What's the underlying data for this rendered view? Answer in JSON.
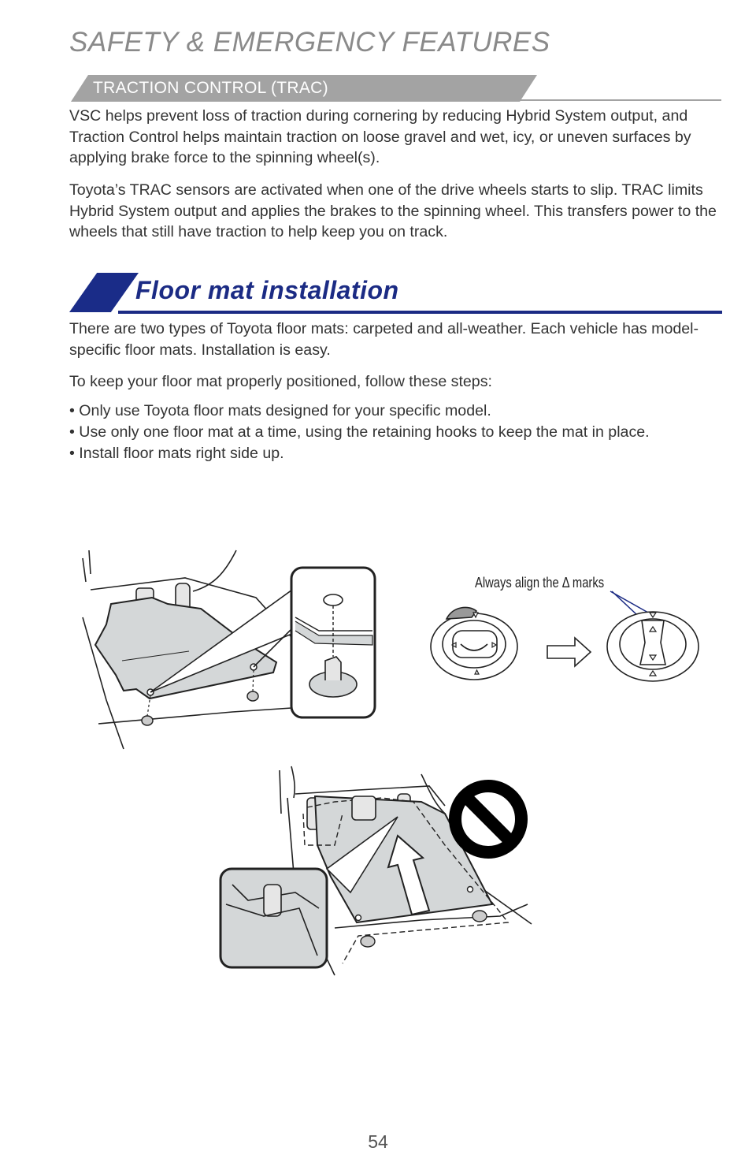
{
  "header": {
    "section_title": "SAFETY & EMERGENCY FEATURES",
    "subsection_label": "TRACTION CONTROL (TRAC)"
  },
  "trac": {
    "paragraph1": "VSC helps prevent loss of traction during cornering by reducing Hybrid System output, and Traction Control helps maintain traction on loose gravel and wet, icy, or uneven surfaces by applying brake force to the spinning wheel(s).",
    "paragraph2": "Toyota’s TRAC sensors are activated when one of the drive wheels starts to slip. TRAC limits Hybrid System output and applies the brakes to the spinning wheel. This transfers power to the wheels that still have traction to help keep you on track."
  },
  "floor_mat": {
    "title": "Floor mat installation",
    "intro": "There are two types of Toyota floor mats: carpeted and all-weather. Each vehicle has model-specific floor mats. Installation is easy.",
    "steps_intro": "To keep your floor mat properly positioned, follow these steps:",
    "bullets": [
      "• Only use Toyota floor mats designed for your specific model.",
      "• Use only one floor mat at a time, using the retaining hooks to keep the mat in place.",
      "• Install floor mats right side up."
    ]
  },
  "figures": {
    "align_label": "Always align the Δ marks"
  },
  "footer": {
    "page_number": "54"
  },
  "colors": {
    "heading_gray": "#8a8a8a",
    "band_gray": "#a3a3a3",
    "brand_navy": "#1b2b84",
    "body_text": "#333333",
    "mat_fill": "#d4d7d8"
  }
}
